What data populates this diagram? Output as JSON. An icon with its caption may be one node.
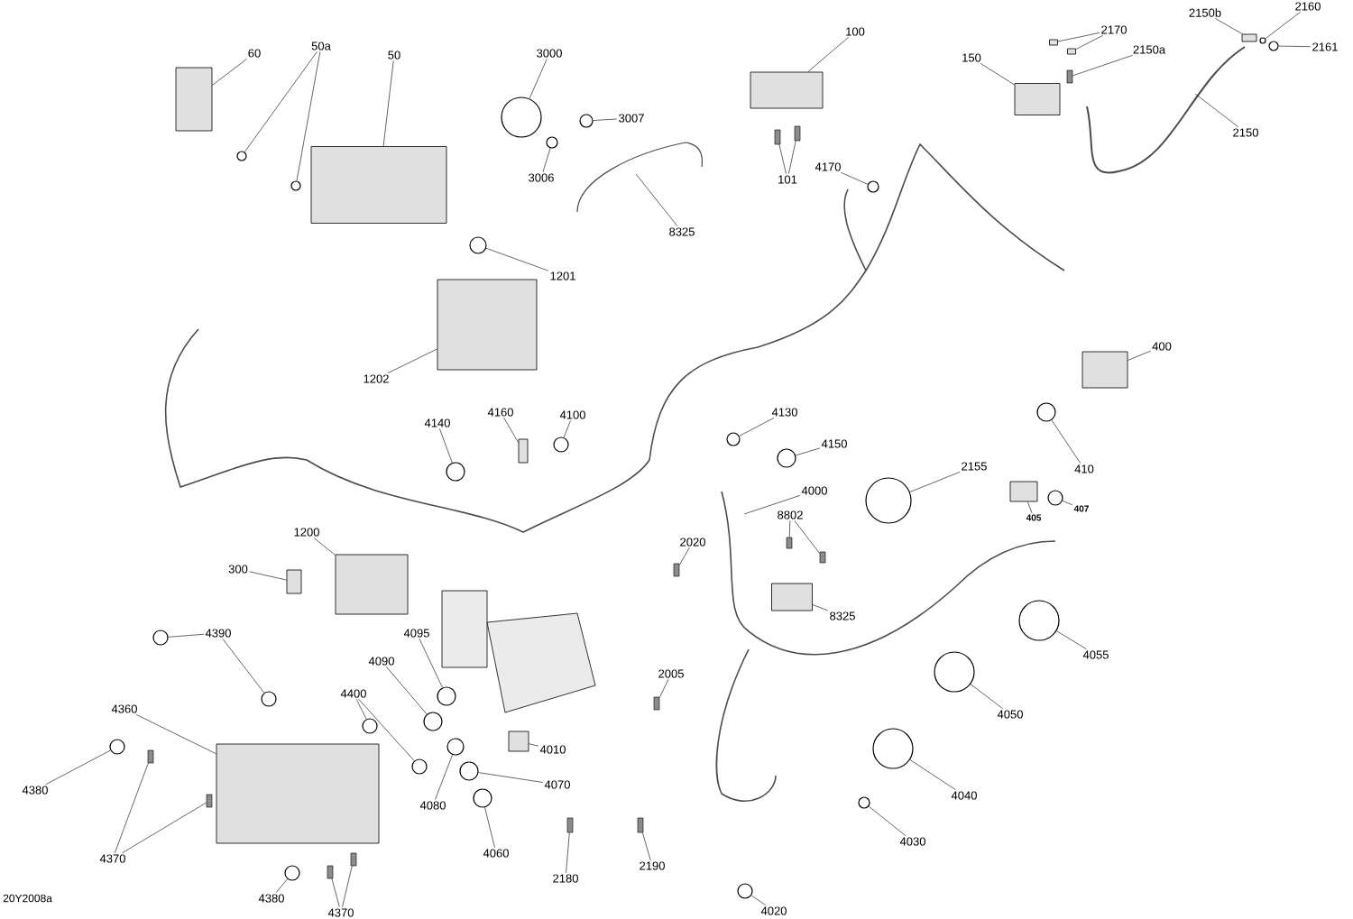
{
  "diagram": {
    "nodes": [
      {
        "text": [
          "60"
        ]
      },
      {
        "text": [],
        "shape": "box"
      },
      {
        "text": [
          "50a"
        ]
      },
      {
        "text": [],
        "shape": "circle"
      },
      {
        "text": [],
        "shape": "circle"
      },
      {
        "text": [
          "50"
        ]
      },
      {
        "text": [],
        "shape": "box"
      },
      {
        "text": [
          "3000"
        ]
      },
      {
        "text": [],
        "shape": "circle"
      },
      {
        "text": [
          "3007"
        ]
      },
      {
        "text": [],
        "shape": "circle"
      },
      {
        "text": [
          "3006"
        ]
      },
      {
        "text": [],
        "shape": "circle"
      },
      {
        "text": [
          "100"
        ]
      },
      {
        "text": [],
        "shape": "box"
      },
      {
        "text": [
          "101"
        ]
      },
      {
        "text": [],
        "shape": "bar"
      },
      {
        "text": [],
        "shape": "bar"
      },
      {
        "text": [
          "150"
        ]
      },
      {
        "text": [],
        "shape": "box"
      },
      {
        "text": [
          "2170"
        ]
      },
      {
        "text": [],
        "shape": "box"
      },
      {
        "text": [],
        "shape": "box"
      },
      {
        "text": [
          "2150a"
        ]
      },
      {
        "text": [],
        "shape": "bar"
      },
      {
        "text": [
          "2150b"
        ]
      },
      {
        "text": [],
        "shape": "box"
      },
      {
        "text": [
          "2160"
        ]
      },
      {
        "text": [],
        "shape": "circle"
      },
      {
        "text": [
          "2161"
        ]
      },
      {
        "text": [],
        "shape": "circle"
      },
      {
        "text": [
          "2150"
        ]
      },
      {
        "text": [
          "4170"
        ]
      },
      {
        "text": [],
        "shape": "circle"
      },
      {
        "text": [
          "8325"
        ]
      },
      {
        "text": [
          "1201"
        ]
      },
      {
        "text": [],
        "shape": "circle"
      },
      {
        "text": [
          "1202"
        ]
      },
      {
        "text": [],
        "shape": "box"
      },
      {
        "text": [
          "400"
        ]
      },
      {
        "text": [],
        "shape": "box"
      },
      {
        "text": [
          "410"
        ]
      },
      {
        "text": [],
        "shape": "circle"
      },
      {
        "text": [
          "405"
        ]
      },
      {
        "text": [],
        "shape": "box"
      },
      {
        "text": [
          "407"
        ]
      },
      {
        "text": [],
        "shape": "circle"
      },
      {
        "text": [
          "2155"
        ]
      },
      {
        "text": [],
        "shape": "circle"
      },
      {
        "text": [
          "4000"
        ]
      },
      {
        "text": [
          "4130"
        ]
      },
      {
        "text": [],
        "shape": "circle"
      },
      {
        "text": [
          "4150"
        ]
      },
      {
        "text": [],
        "shape": "circle"
      },
      {
        "text": [
          "4160"
        ]
      },
      {
        "text": [],
        "shape": "box"
      },
      {
        "text": [
          "4100"
        ]
      },
      {
        "text": [],
        "shape": "circle"
      },
      {
        "text": [
          "4140"
        ]
      },
      {
        "text": [],
        "shape": "circle"
      },
      {
        "text": [
          "8802"
        ]
      },
      {
        "text": [],
        "shape": "bar"
      },
      {
        "text": [],
        "shape": "bar"
      },
      {
        "text": [
          "2020"
        ]
      },
      {
        "text": [],
        "shape": "bar"
      },
      {
        "text": [
          "8325"
        ]
      },
      {
        "text": [],
        "shape": "box"
      },
      {
        "text": [
          "1200"
        ]
      },
      {
        "text": [],
        "shape": "box"
      },
      {
        "text": [
          "300"
        ]
      },
      {
        "text": [],
        "shape": "box"
      },
      {
        "text": [
          "4390"
        ]
      },
      {
        "text": [],
        "shape": "circle"
      },
      {
        "text": [],
        "shape": "circle"
      },
      {
        "text": [
          "4095"
        ]
      },
      {
        "text": [],
        "shape": "circle"
      },
      {
        "text": [
          "4090"
        ]
      },
      {
        "text": [],
        "shape": "circle"
      },
      {
        "text": [
          "4400"
        ]
      },
      {
        "text": [],
        "shape": "circle"
      },
      {
        "text": [],
        "shape": "circle"
      },
      {
        "text": [
          "4360"
        ]
      },
      {
        "text": [],
        "shape": "box"
      },
      {
        "text": [
          "4380"
        ]
      },
      {
        "text": [],
        "shape": "circle"
      },
      {
        "text": [
          "4370"
        ]
      },
      {
        "text": [],
        "shape": "bar"
      },
      {
        "text": [],
        "shape": "bar"
      },
      {
        "text": [
          "4380"
        ]
      },
      {
        "text": [],
        "shape": "circle"
      },
      {
        "text": [
          "4370"
        ]
      },
      {
        "text": [],
        "shape": "bar"
      },
      {
        "text": [],
        "shape": "bar"
      },
      {
        "text": [
          "4080"
        ]
      },
      {
        "text": [],
        "shape": "circle"
      },
      {
        "text": [
          "4070"
        ]
      },
      {
        "text": [],
        "shape": "circle"
      },
      {
        "text": [
          "4060"
        ]
      },
      {
        "text": [],
        "shape": "circle"
      },
      {
        "text": [
          "4010"
        ]
      },
      {
        "text": [],
        "shape": "box"
      },
      {
        "text": [
          "2005"
        ]
      },
      {
        "text": [],
        "shape": "bar"
      },
      {
        "text": [
          "2180"
        ]
      },
      {
        "text": [],
        "shape": "bar"
      },
      {
        "text": [
          "2190"
        ]
      },
      {
        "text": [],
        "shape": "bar"
      },
      {
        "text": [
          "4020"
        ]
      },
      {
        "text": [],
        "shape": "circle"
      },
      {
        "text": [
          "4030"
        ]
      },
      {
        "text": [],
        "shape": "circle"
      },
      {
        "text": [
          "4040"
        ]
      },
      {
        "text": [],
        "shape": "circle"
      },
      {
        "text": [
          "4050"
        ]
      },
      {
        "text": [],
        "shape": "circle"
      },
      {
        "text": [
          "4055"
        ]
      },
      {
        "text": [],
        "shape": "circle"
      }
    ],
    "edges": [
      {
        "from": 0,
        "to": 1,
        "arrow": "none"
      },
      {
        "from": 2,
        "to": 3,
        "arrow": "none"
      },
      {
        "from": 2,
        "to": 4,
        "arrow": "none"
      },
      {
        "from": 5,
        "to": 6,
        "arrow": "none"
      },
      {
        "from": 7,
        "to": 8,
        "arrow": "none"
      },
      {
        "from": 9,
        "to": 10,
        "arrow": "none"
      },
      {
        "from": 11,
        "to": 12,
        "arrow": "none"
      },
      {
        "from": 13,
        "to": 14,
        "arrow": "none"
      },
      {
        "from": 15,
        "to": 16,
        "arrow": "none"
      },
      {
        "from": 15,
        "to": 17,
        "arrow": "none"
      },
      {
        "from": 18,
        "to": 19,
        "arrow": "none"
      },
      {
        "from": 20,
        "to": 21,
        "arrow": "none"
      },
      {
        "from": 20,
        "to": 22,
        "arrow": "none"
      },
      {
        "from": 23,
        "to": 24,
        "arrow": "none"
      },
      {
        "from": 25,
        "to": 26,
        "arrow": "none"
      },
      {
        "from": 27,
        "to": 28,
        "arrow": "none"
      },
      {
        "from": 29,
        "to": 30,
        "arrow": "none"
      },
      {
        "from": 31,
        "to": null,
        "arrow": "none"
      },
      {
        "from": 32,
        "to": 33,
        "arrow": "none"
      },
      {
        "from": 34,
        "to": null,
        "arrow": "none"
      },
      {
        "from": 35,
        "to": 36,
        "arrow": "none"
      },
      {
        "from": 37,
        "to": 38,
        "arrow": "none"
      },
      {
        "from": 39,
        "to": 40,
        "arrow": "none"
      },
      {
        "from": 41,
        "to": 42,
        "arrow": "none"
      },
      {
        "from": 43,
        "to": 44,
        "arrow": "none"
      },
      {
        "from": 45,
        "to": 46,
        "arrow": "none"
      },
      {
        "from": 47,
        "to": 48,
        "arrow": "none"
      },
      {
        "from": 49,
        "to": null,
        "arrow": "none"
      },
      {
        "from": 50,
        "to": 51,
        "arrow": "none"
      },
      {
        "from": 52,
        "to": 53,
        "arrow": "none"
      },
      {
        "from": 54,
        "to": 55,
        "arrow": "none"
      },
      {
        "from": 56,
        "to": 57,
        "arrow": "none"
      },
      {
        "from": 58,
        "to": 59,
        "arrow": "none"
      },
      {
        "from": 60,
        "to": 61,
        "arrow": "none"
      },
      {
        "from": 60,
        "to": 62,
        "arrow": "none"
      },
      {
        "from": 63,
        "to": 64,
        "arrow": "none"
      },
      {
        "from": 65,
        "to": 66,
        "arrow": "none"
      },
      {
        "from": 67,
        "to": 68,
        "arrow": "none"
      },
      {
        "from": 69,
        "to": 70,
        "arrow": "none"
      },
      {
        "from": 71,
        "to": 72,
        "arrow": "none"
      },
      {
        "from": 71,
        "to": 73,
        "arrow": "none"
      },
      {
        "from": 74,
        "to": 75,
        "arrow": "none"
      },
      {
        "from": 76,
        "to": 77,
        "arrow": "none"
      },
      {
        "from": 78,
        "to": 79,
        "arrow": "none"
      },
      {
        "from": 78,
        "to": 80,
        "arrow": "none"
      },
      {
        "from": 81,
        "to": 82,
        "arrow": "none"
      },
      {
        "from": 83,
        "to": 84,
        "arrow": "none"
      },
      {
        "from": 85,
        "to": 86,
        "arrow": "none"
      },
      {
        "from": 85,
        "to": 87,
        "arrow": "none"
      },
      {
        "from": 88,
        "to": 89,
        "arrow": "none"
      },
      {
        "from": 90,
        "to": 91,
        "arrow": "none"
      },
      {
        "from": 90,
        "to": 92,
        "arrow": "none"
      },
      {
        "from": 93,
        "to": 94,
        "arrow": "none"
      },
      {
        "from": 95,
        "to": 96,
        "arrow": "none"
      },
      {
        "from": 97,
        "to": 98,
        "arrow": "none"
      },
      {
        "from": 99,
        "to": 100,
        "arrow": "none"
      },
      {
        "from": 101,
        "to": 102,
        "arrow": "none"
      },
      {
        "from": 103,
        "to": 104,
        "arrow": "none"
      },
      {
        "from": 105,
        "to": 106,
        "arrow": "none"
      },
      {
        "from": 107,
        "to": 108,
        "arrow": "none"
      },
      {
        "from": 109,
        "to": 110,
        "arrow": "none"
      },
      {
        "from": 111,
        "to": 112,
        "arrow": "none"
      },
      {
        "from": 113,
        "to": 114,
        "arrow": "none"
      },
      {
        "from": 115,
        "to": 116,
        "arrow": "none"
      }
    ],
    "labels": [
      "20Y2008a"
    ]
  }
}
